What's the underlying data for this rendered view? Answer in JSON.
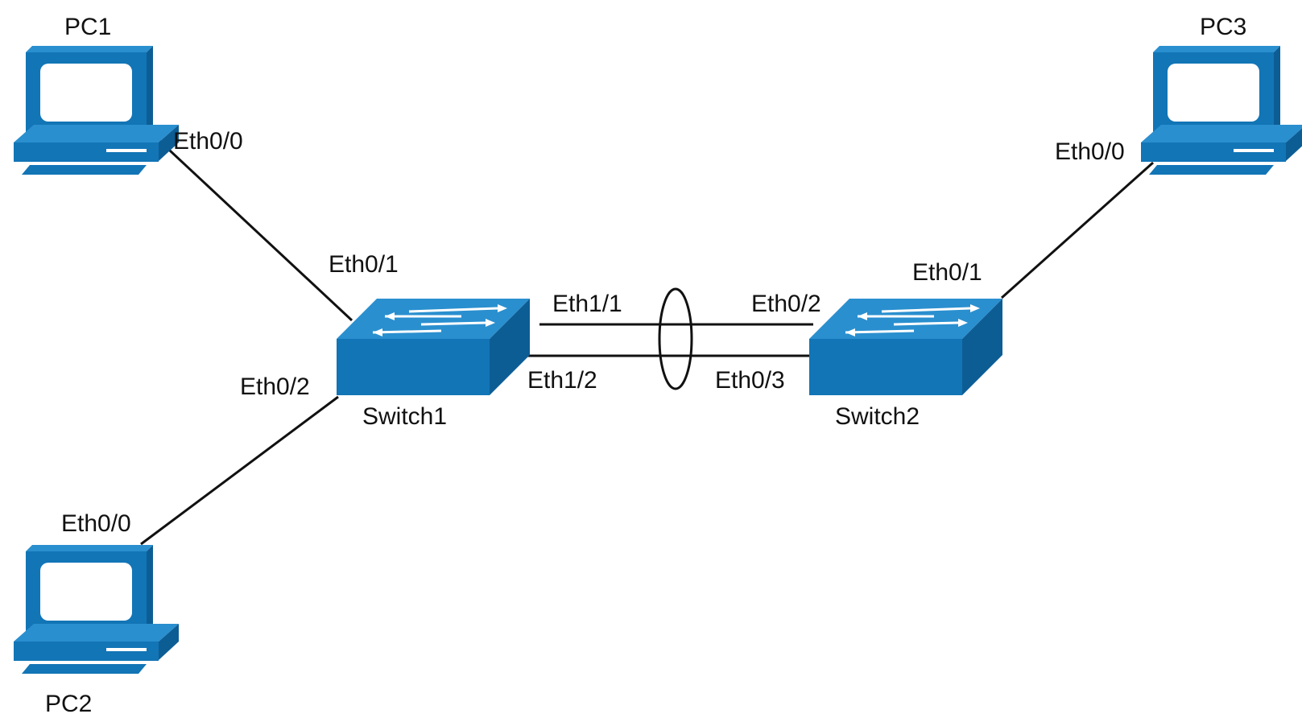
{
  "colors": {
    "device_main": "#1275b6",
    "device_dark": "#0d5d95",
    "device_top": "#2a8fcf",
    "screen": "#ffffff",
    "line": "#111111"
  },
  "devices": {
    "pc1": {
      "name": "PC1",
      "icon": "pc-icon"
    },
    "pc2": {
      "name": "PC2",
      "icon": "pc-icon"
    },
    "pc3": {
      "name": "PC3",
      "icon": "pc-icon"
    },
    "switch1": {
      "name": "Switch1",
      "icon": "switch-icon"
    },
    "switch2": {
      "name": "Switch2",
      "icon": "switch-icon"
    }
  },
  "ports": {
    "pc1_eth": "Eth0/0",
    "sw1_to_pc1": "Eth0/1",
    "sw1_to_pc2": "Eth0/2",
    "pc2_eth": "Eth0/0",
    "sw1_trunk1": "Eth1/1",
    "sw1_trunk2": "Eth1/2",
    "sw2_trunk1": "Eth0/2",
    "sw2_trunk2": "Eth0/3",
    "sw2_to_pc3": "Eth0/1",
    "pc3_eth": "Eth0/0"
  }
}
